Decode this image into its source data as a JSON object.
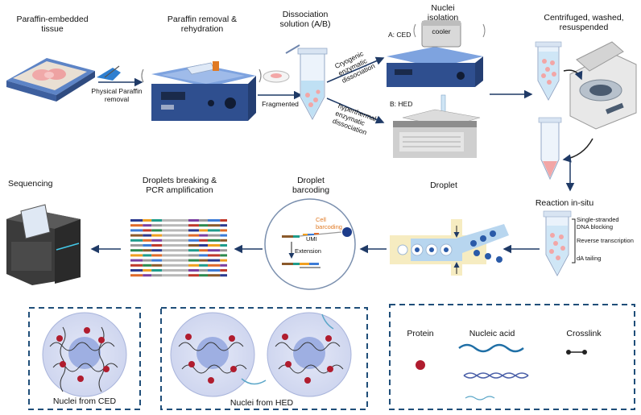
{
  "steps": {
    "s1": "Paraffin-embedded\ntissue",
    "s2": "Paraffin removal &\nrehydration",
    "s3": "Dissociation\nsolution (A/B)",
    "s4": "Nuclei\nisolation",
    "s5": "Centrifuged, washed,\nresuspended",
    "s6": "Reaction in-situ",
    "s7": "Droplet",
    "s8": "Droplet\nbarcoding",
    "s9": "Droplets breaking &\nPCR amplification",
    "s10": "Sequencing"
  },
  "annotations": {
    "physical": "Physical Paraffin\nremoval",
    "fragmented": "Fragmented",
    "ced_label": "A: CED",
    "hed_label": "B: HED",
    "cooler": "cooler",
    "cryogenic": "Cryogenic\nenzymatic\ndissociation",
    "hyperthermal": "hyperthermal\nenzymatic\ndissociation",
    "r1": "Single-stranded\nDNA blocking",
    "r2": "Reverse transcription",
    "r3": "dA tailing",
    "cell_barcoding": "Cell\nbarcoding",
    "umi": "UMI",
    "extension": "Extension"
  },
  "legend": {
    "ced_caption": "Nuclei from CED",
    "hed_caption": "Nuclei from HED",
    "protein": "Protein",
    "nucleic_acid": "Nucleic acid",
    "crosslink": "Crosslink"
  },
  "colors": {
    "accent_blue": "#1f4e79",
    "device_blue": "#2f4f8f",
    "nucleus": "#b9c6ea",
    "protein": "#b01c2e",
    "sample_pink": "#f2b3b3"
  }
}
